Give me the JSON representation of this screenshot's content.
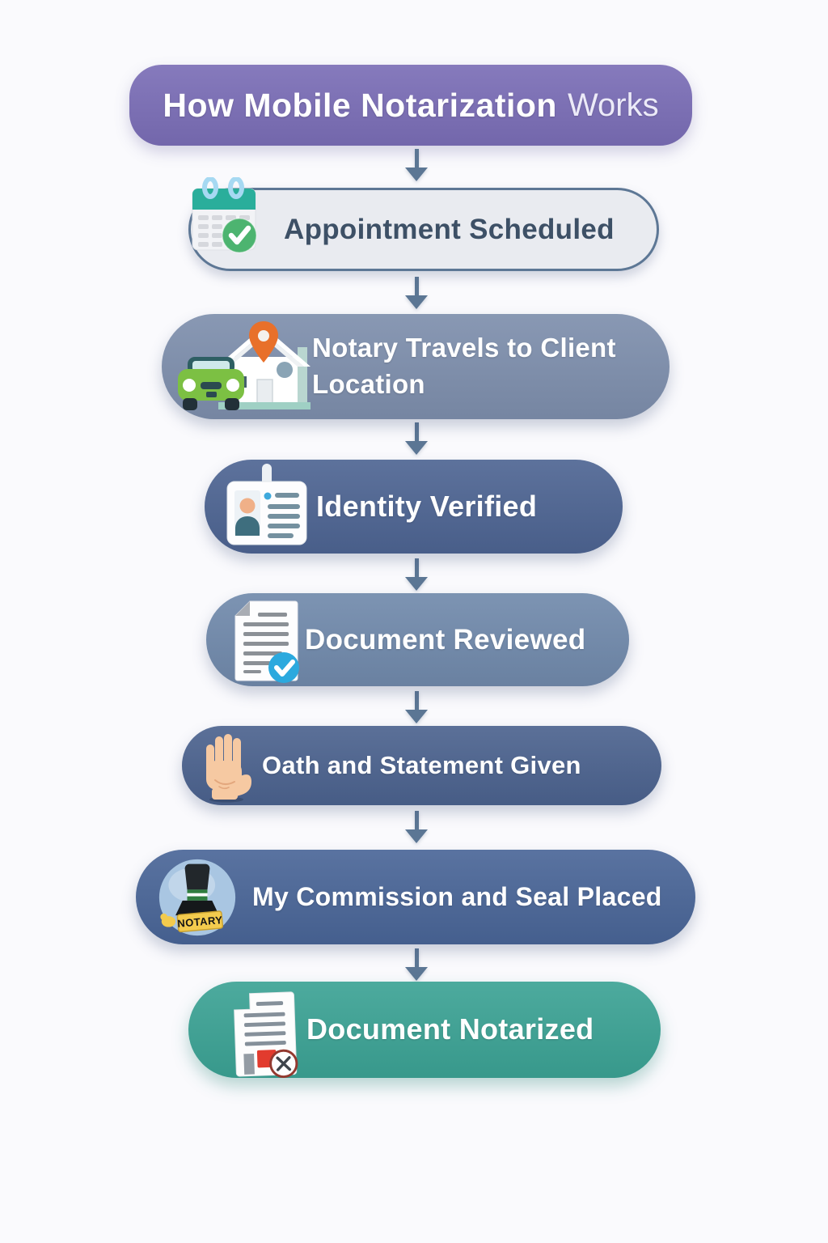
{
  "header": {
    "title_bold": "How Mobile Notarization",
    "title_light": "Works"
  },
  "steps": [
    {
      "label": "Appointment Scheduled",
      "icon": "calendar-check-icon",
      "color": "#e9ebf0",
      "text_color": "#3d5066"
    },
    {
      "label": "Notary Travels to Client Location",
      "icon": "car-house-icon",
      "color": "#7d8eac",
      "text_color": "#ffffff"
    },
    {
      "label": "Identity Verified",
      "icon": "id-card-icon",
      "color": "#4d6492",
      "text_color": "#ffffff"
    },
    {
      "label": "Document Reviewed",
      "icon": "document-check-icon",
      "color": "#7089ab",
      "text_color": "#ffffff"
    },
    {
      "label": "Oath and Statement Given",
      "icon": "raised-hand-icon",
      "color": "#4b628e",
      "text_color": "#ffffff"
    },
    {
      "label": "My Commission and Seal Placed",
      "icon": "notary-stamp-icon",
      "color": "#496597",
      "text_color": "#ffffff"
    },
    {
      "label": "Document Notarized",
      "icon": "notarized-document-icon",
      "color": "#3ba294",
      "text_color": "#ffffff"
    }
  ],
  "stamp_label": "NOTARY",
  "colors": {
    "background": "#fafafd",
    "header": "#7a6db6",
    "arrow": "#5b7694",
    "step1_border": "#5d7795",
    "check_green": "#4db470",
    "check_blue": "#2ba9de",
    "pin_orange": "#e8702a",
    "calendar_teal": "#2aae9b",
    "stamp_yellow": "#f3cb4e",
    "seal_red": "#e23b2e"
  }
}
